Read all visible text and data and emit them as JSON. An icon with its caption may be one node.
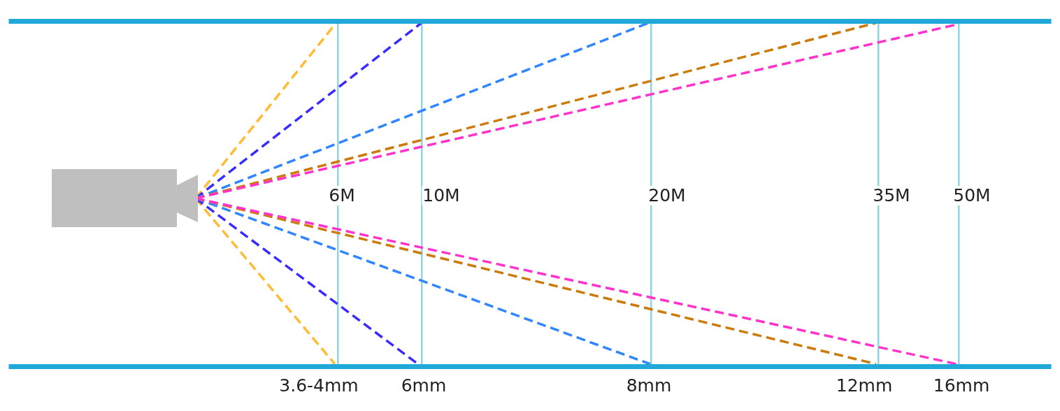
{
  "diagram": {
    "labels": [
      "6M",
      "10M",
      "20M",
      "35M",
      "50M",
      "3.6-4mm",
      "6mm",
      "8mm",
      "12mm",
      "16mm"
    ]
  }
}
